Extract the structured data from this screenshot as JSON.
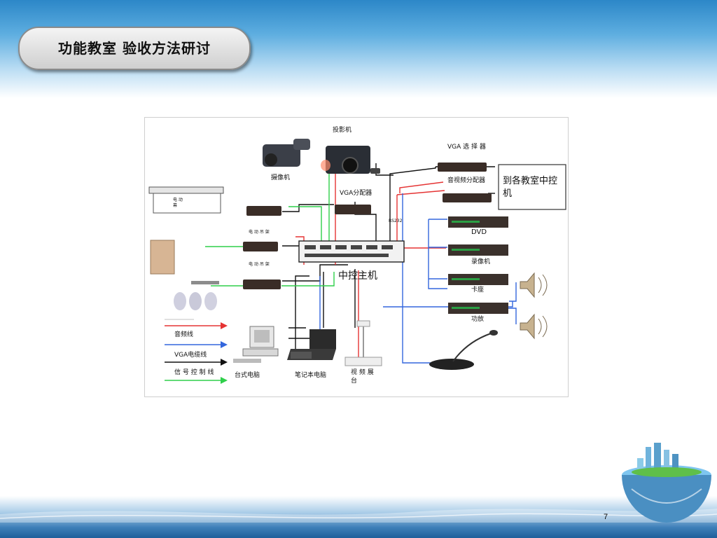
{
  "slide": {
    "title": "功能教室  验收方法研讨",
    "page_number": "7"
  },
  "diagram": {
    "labels": {
      "projector": "投影机",
      "camera": "摄像机",
      "vga_distributor": "VGA分配器",
      "vga_selector": "VGA 选 择 器",
      "av_distributor": "音视频分配器",
      "to_classrooms": "到各教室中控机",
      "screen": "电 动 幕",
      "lift1": "电 动 吊 架",
      "lift2": "电 动 吊 架",
      "central_controller": "中控主机",
      "dvd": "DVD",
      "vcr": "录像机",
      "cassette": "卡座",
      "amplifier": "功放",
      "desktop": "台式电脑",
      "laptop": "笔记本电脑",
      "visualizer": "视 频 展 台",
      "legend_audio": "音频线",
      "legend_vga": "VGA电缆线",
      "legend_signal": "信 号 控 制 线",
      "rs232": "RS232"
    },
    "colors": {
      "audio_line": "#e53333",
      "video_line": "#3366dd",
      "vga_line": "#111111",
      "signal_line": "#2fcf4a"
    }
  }
}
